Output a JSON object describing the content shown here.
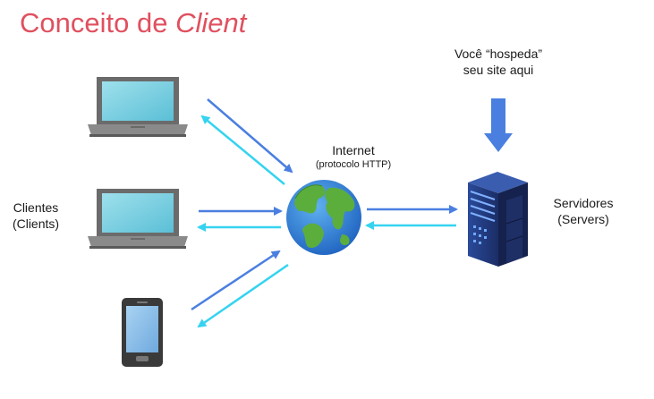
{
  "title": {
    "main": "Conceito de ",
    "emphasis": "Client"
  },
  "labels": {
    "clients_line1": "Clientes",
    "clients_line2": "(Clients)",
    "internet_line1": "Internet",
    "internet_line2": "(protocolo HTTP)",
    "servers_line1": "Servidores",
    "servers_line2": "(Servers)",
    "host_line1": "Você “hospeda”",
    "host_line2": "seu site aqui"
  },
  "colors": {
    "title": "#e0505f",
    "arrow_request": "#4a7fe0",
    "arrow_response": "#35d3f0",
    "host_arrow": "#4a7fe0",
    "server_body": "#1d2f63",
    "globe_ocean": "#2f7fd8",
    "globe_land": "#5cae3c"
  },
  "icons": [
    "laptop-icon",
    "smartphone-icon",
    "globe-icon",
    "server-icon",
    "down-arrow-icon"
  ]
}
